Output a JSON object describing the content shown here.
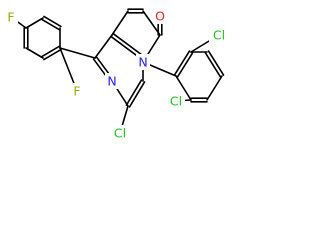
{
  "molecule": {
    "colors": {
      "bond": "#000000",
      "carbon": "#000000",
      "fluorine": "#8fb000",
      "chlorine": "#20c020",
      "nitrogen": "#1e1eff",
      "oxygen": "#ff2020"
    },
    "atoms": {
      "f_top": "F",
      "f_ortho": "F",
      "o_carbonyl": "O",
      "n_ring": "N",
      "n_amide": "N",
      "cl_pyridine": "Cl",
      "cl_top": "Cl",
      "cl_bottom": "Cl"
    }
  }
}
